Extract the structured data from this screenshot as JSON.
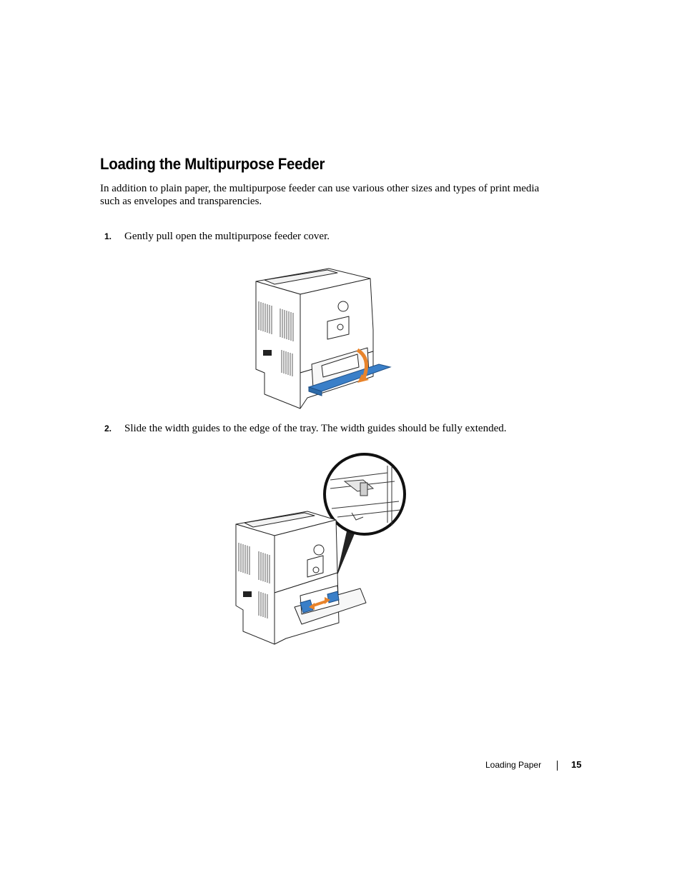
{
  "heading": "Loading the Multipurpose Feeder",
  "intro": "In addition to plain paper, the multipurpose feeder can use various other sizes and types of print media such as envelopes and transparencies.",
  "steps": [
    {
      "number": "1.",
      "text": "Gently pull open the multipurpose feeder cover."
    },
    {
      "number": "2.",
      "text": "Slide the width guides to the edge of the tray. The width guides should be fully extended."
    }
  ],
  "footer": {
    "section": "Loading Paper",
    "page": "15"
  },
  "colors": {
    "accent_blue": "#3a7fc8",
    "arrow_orange": "#e8842c",
    "line": "#222222"
  }
}
